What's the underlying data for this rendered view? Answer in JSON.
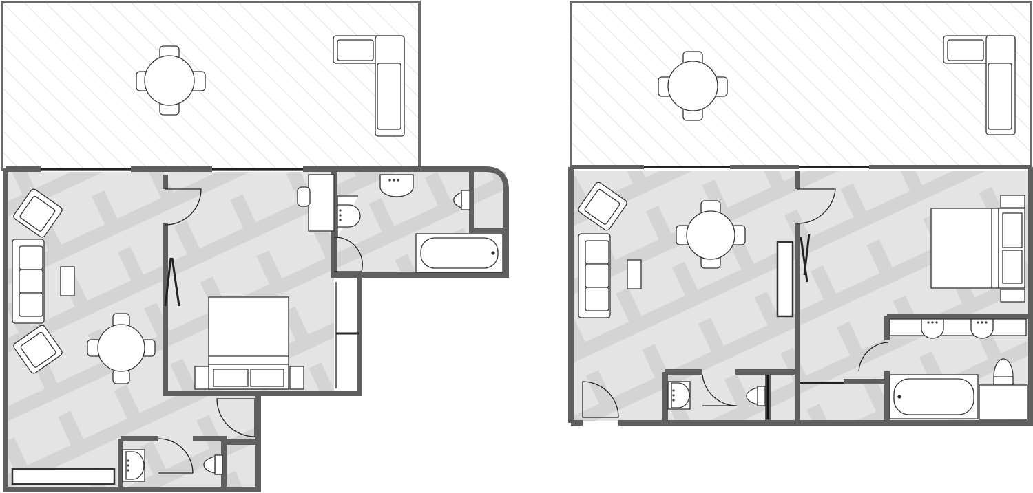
{
  "diagram": {
    "type": "architectural-floor-plan",
    "plan_count": 2,
    "labels": [],
    "colors": {
      "wall": "#5f5f5f",
      "floor": "#e3e3e3",
      "floor_pattern": "#d2d2d2",
      "terrace": "#ffffff",
      "terrace_hatch": "#c8c8c8",
      "fixture_outline": "#333333",
      "fixture_fill": "#ffffff"
    }
  },
  "plans": [
    {
      "id": "plan-left",
      "rooms": [
        "terrace",
        "living-dining",
        "bedroom",
        "bathroom",
        "wc"
      ],
      "furniture": [
        "round-table",
        "corner-sofa",
        "sofa",
        "armchair",
        "armchair",
        "coffee-table",
        "double-bed",
        "nightstand",
        "nightstand",
        "bathtub",
        "toilet",
        "washbasin",
        "desk",
        "toilet",
        "washbasin",
        "kitchen-counter"
      ]
    },
    {
      "id": "plan-right",
      "rooms": [
        "terrace",
        "living-dining",
        "bedroom",
        "bathroom",
        "wc"
      ],
      "furniture": [
        "round-table",
        "corner-sofa",
        "sofa",
        "armchair",
        "coffee-table",
        "round-table",
        "tv-unit",
        "double-bed",
        "nightstand",
        "nightstand",
        "bathtub",
        "toilet",
        "washbasin",
        "washbasin",
        "toilet",
        "washbasin"
      ]
    }
  ]
}
